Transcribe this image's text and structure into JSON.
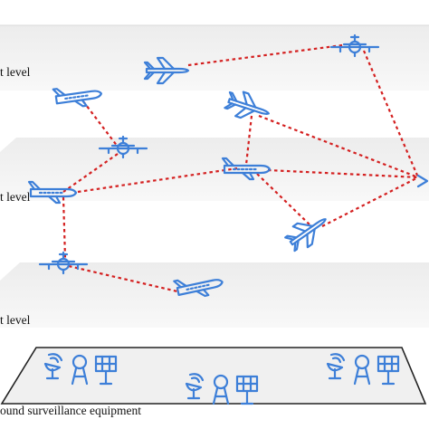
{
  "labels": {
    "upper": "t level",
    "middle": "t level",
    "lower": "t level",
    "ground": "ound surveillance equipment"
  },
  "colors": {
    "link": "#d42020",
    "aircraft": "#3d7fd8",
    "layer": "#ececec"
  },
  "icons": {
    "aircraft": "airplane-icon",
    "satellite_dish": "satellite-dish-icon",
    "radar_tower": "radar-tower-icon",
    "solar_panel": "solar-panel-icon"
  }
}
